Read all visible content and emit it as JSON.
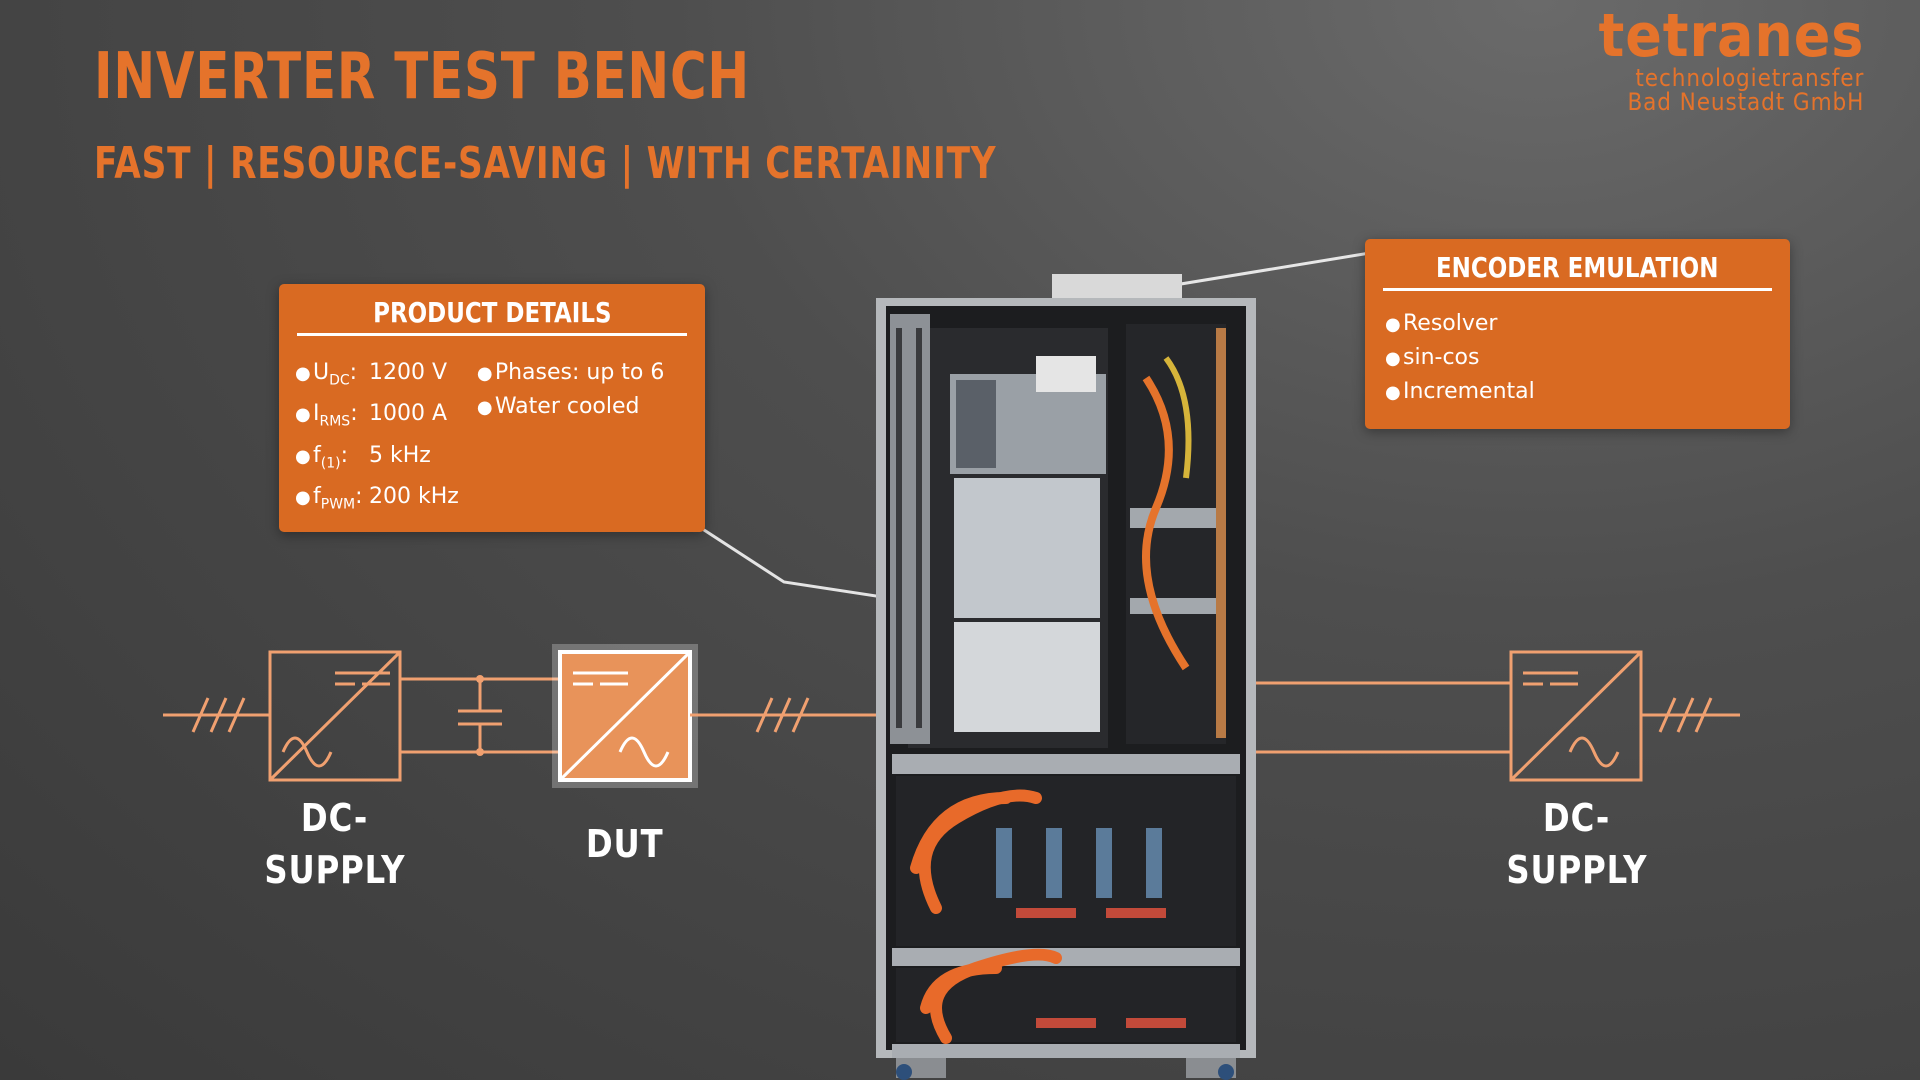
{
  "header": {
    "title": "INVERTER TEST BENCH",
    "subtitle": "FAST | RESOURCE-SAVING | WITH CERTAINITY"
  },
  "logo": {
    "name": "tetranes",
    "line1": "technologietransfer",
    "line2": "Bad Neustadt GmbH"
  },
  "product_details": {
    "title": "PRODUCT DETAILS",
    "specs": [
      {
        "symbol": "U",
        "sub": "DC",
        "value": "1200 V"
      },
      {
        "symbol": "I",
        "sub": "RMS",
        "value": "1000 A"
      },
      {
        "symbol": "f",
        "sub": "(1)",
        "value": "5 kHz"
      },
      {
        "symbol": "f",
        "sub": "PWM",
        "value": "200 kHz"
      }
    ],
    "features": [
      "Phases: up to 6",
      "Water cooled"
    ]
  },
  "encoder_emulation": {
    "title": "ENCODER EMULATION",
    "items": [
      "Resolver",
      "sin-cos",
      "Incremental"
    ]
  },
  "diagram": {
    "left_supply_label": [
      "DC-",
      "SUPPLY"
    ],
    "dut_label": "DUT",
    "right_supply_label": [
      "DC-",
      "SUPPLY"
    ]
  },
  "colors": {
    "accent": "#e5732b",
    "panel": "#d96a22",
    "line": "#f0a070",
    "dut_fill": "#e8935a"
  }
}
